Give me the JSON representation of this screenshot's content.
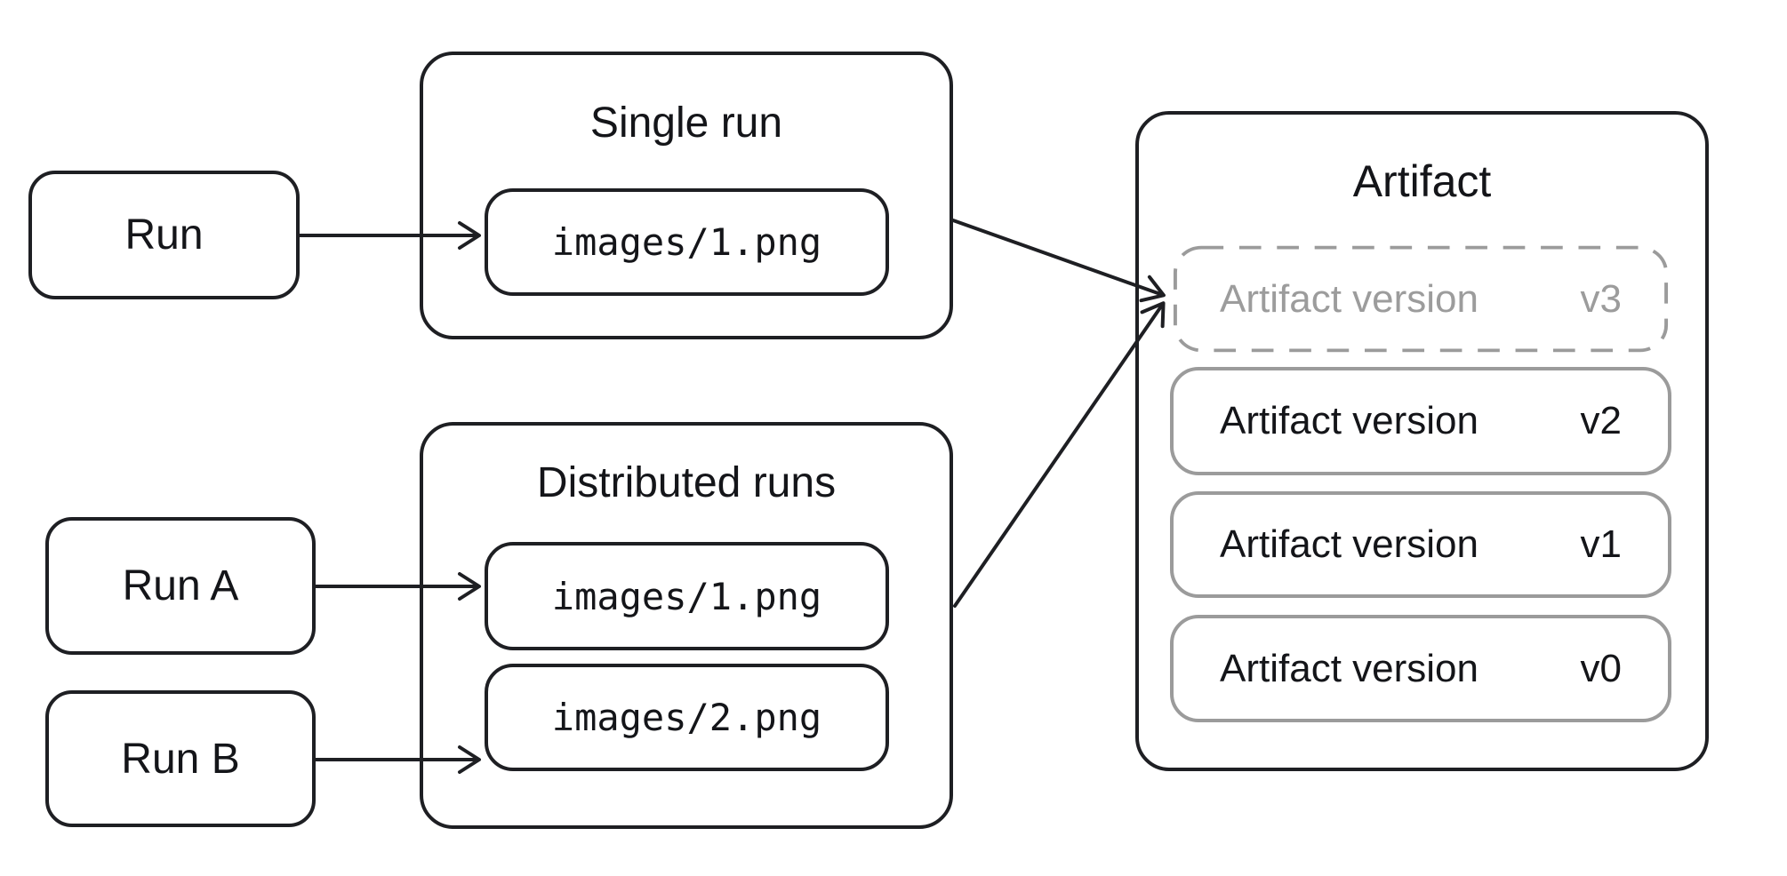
{
  "colors": {
    "ink": "#1e1f23",
    "muted_border": "#9b9b9b",
    "muted_text": "#9c9c9c",
    "dark_text": "#141519",
    "background": "#ffffff"
  },
  "nodes": {
    "run": {
      "label": "Run"
    },
    "run_a": {
      "label": "Run A"
    },
    "run_b": {
      "label": "Run B"
    }
  },
  "single_run": {
    "title": "Single run",
    "file": "images/1.png"
  },
  "distributed_runs": {
    "title": "Distributed runs",
    "files": [
      "images/1.png",
      "images/2.png"
    ]
  },
  "artifact": {
    "title": "Artifact",
    "versions": [
      {
        "label": "Artifact version",
        "version": "v3",
        "style": "dashed-pending"
      },
      {
        "label": "Artifact version",
        "version": "v2",
        "style": "solid"
      },
      {
        "label": "Artifact version",
        "version": "v1",
        "style": "solid"
      },
      {
        "label": "Artifact version",
        "version": "v0",
        "style": "solid"
      }
    ]
  }
}
